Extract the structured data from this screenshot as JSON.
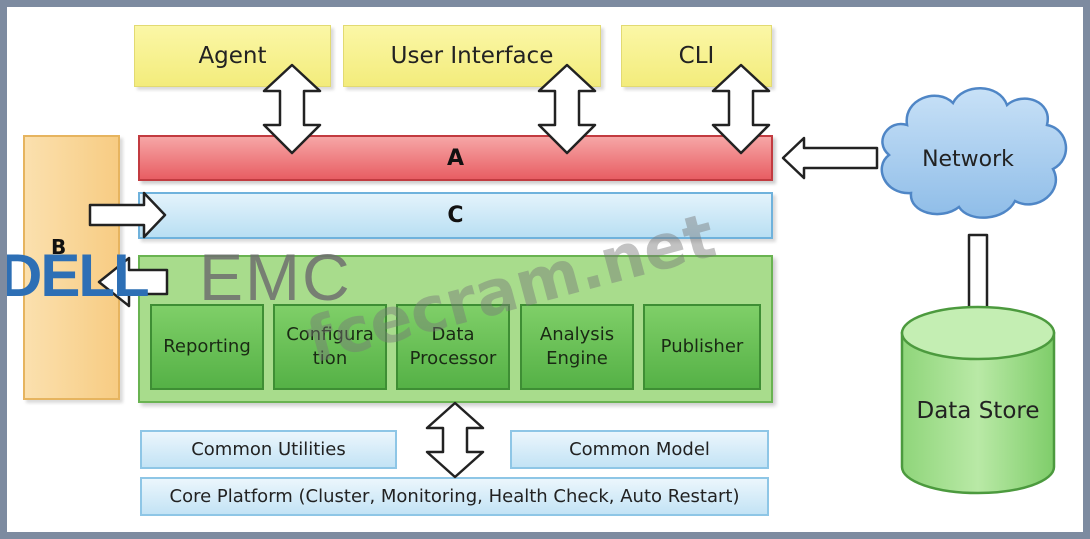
{
  "top_components": {
    "agent": "Agent",
    "user_interface": "User Interface",
    "cli": "CLI"
  },
  "layers": {
    "a": "A",
    "c": "C",
    "b": "B"
  },
  "modules": {
    "reporting": "Reporting",
    "configuration_line1": "Configura",
    "configuration_line2": "tion",
    "data_processor_line1": "Data",
    "data_processor_line2": "Processor",
    "analysis_engine_line1": "Analysis",
    "analysis_engine_line2": "Engine",
    "publisher": "Publisher"
  },
  "foundation": {
    "common_utilities": "Common Utilities",
    "common_model": "Common Model",
    "core_platform": "Core Platform (Cluster, Monitoring, Health Check, Auto Restart)"
  },
  "external": {
    "network": "Network",
    "data_store": "Data Store"
  },
  "watermarks": {
    "site": "fcecram.net",
    "brand_dell": "DELL",
    "brand_emc": "EMC"
  },
  "colors": {
    "yellow": "#f3ec7c",
    "red": "#e85e63",
    "blue": "#b9dff3",
    "green": "#55b146",
    "orange": "#f7cc83",
    "cloud": "#a9cdf0",
    "cylinder": "#9fdc8c"
  }
}
